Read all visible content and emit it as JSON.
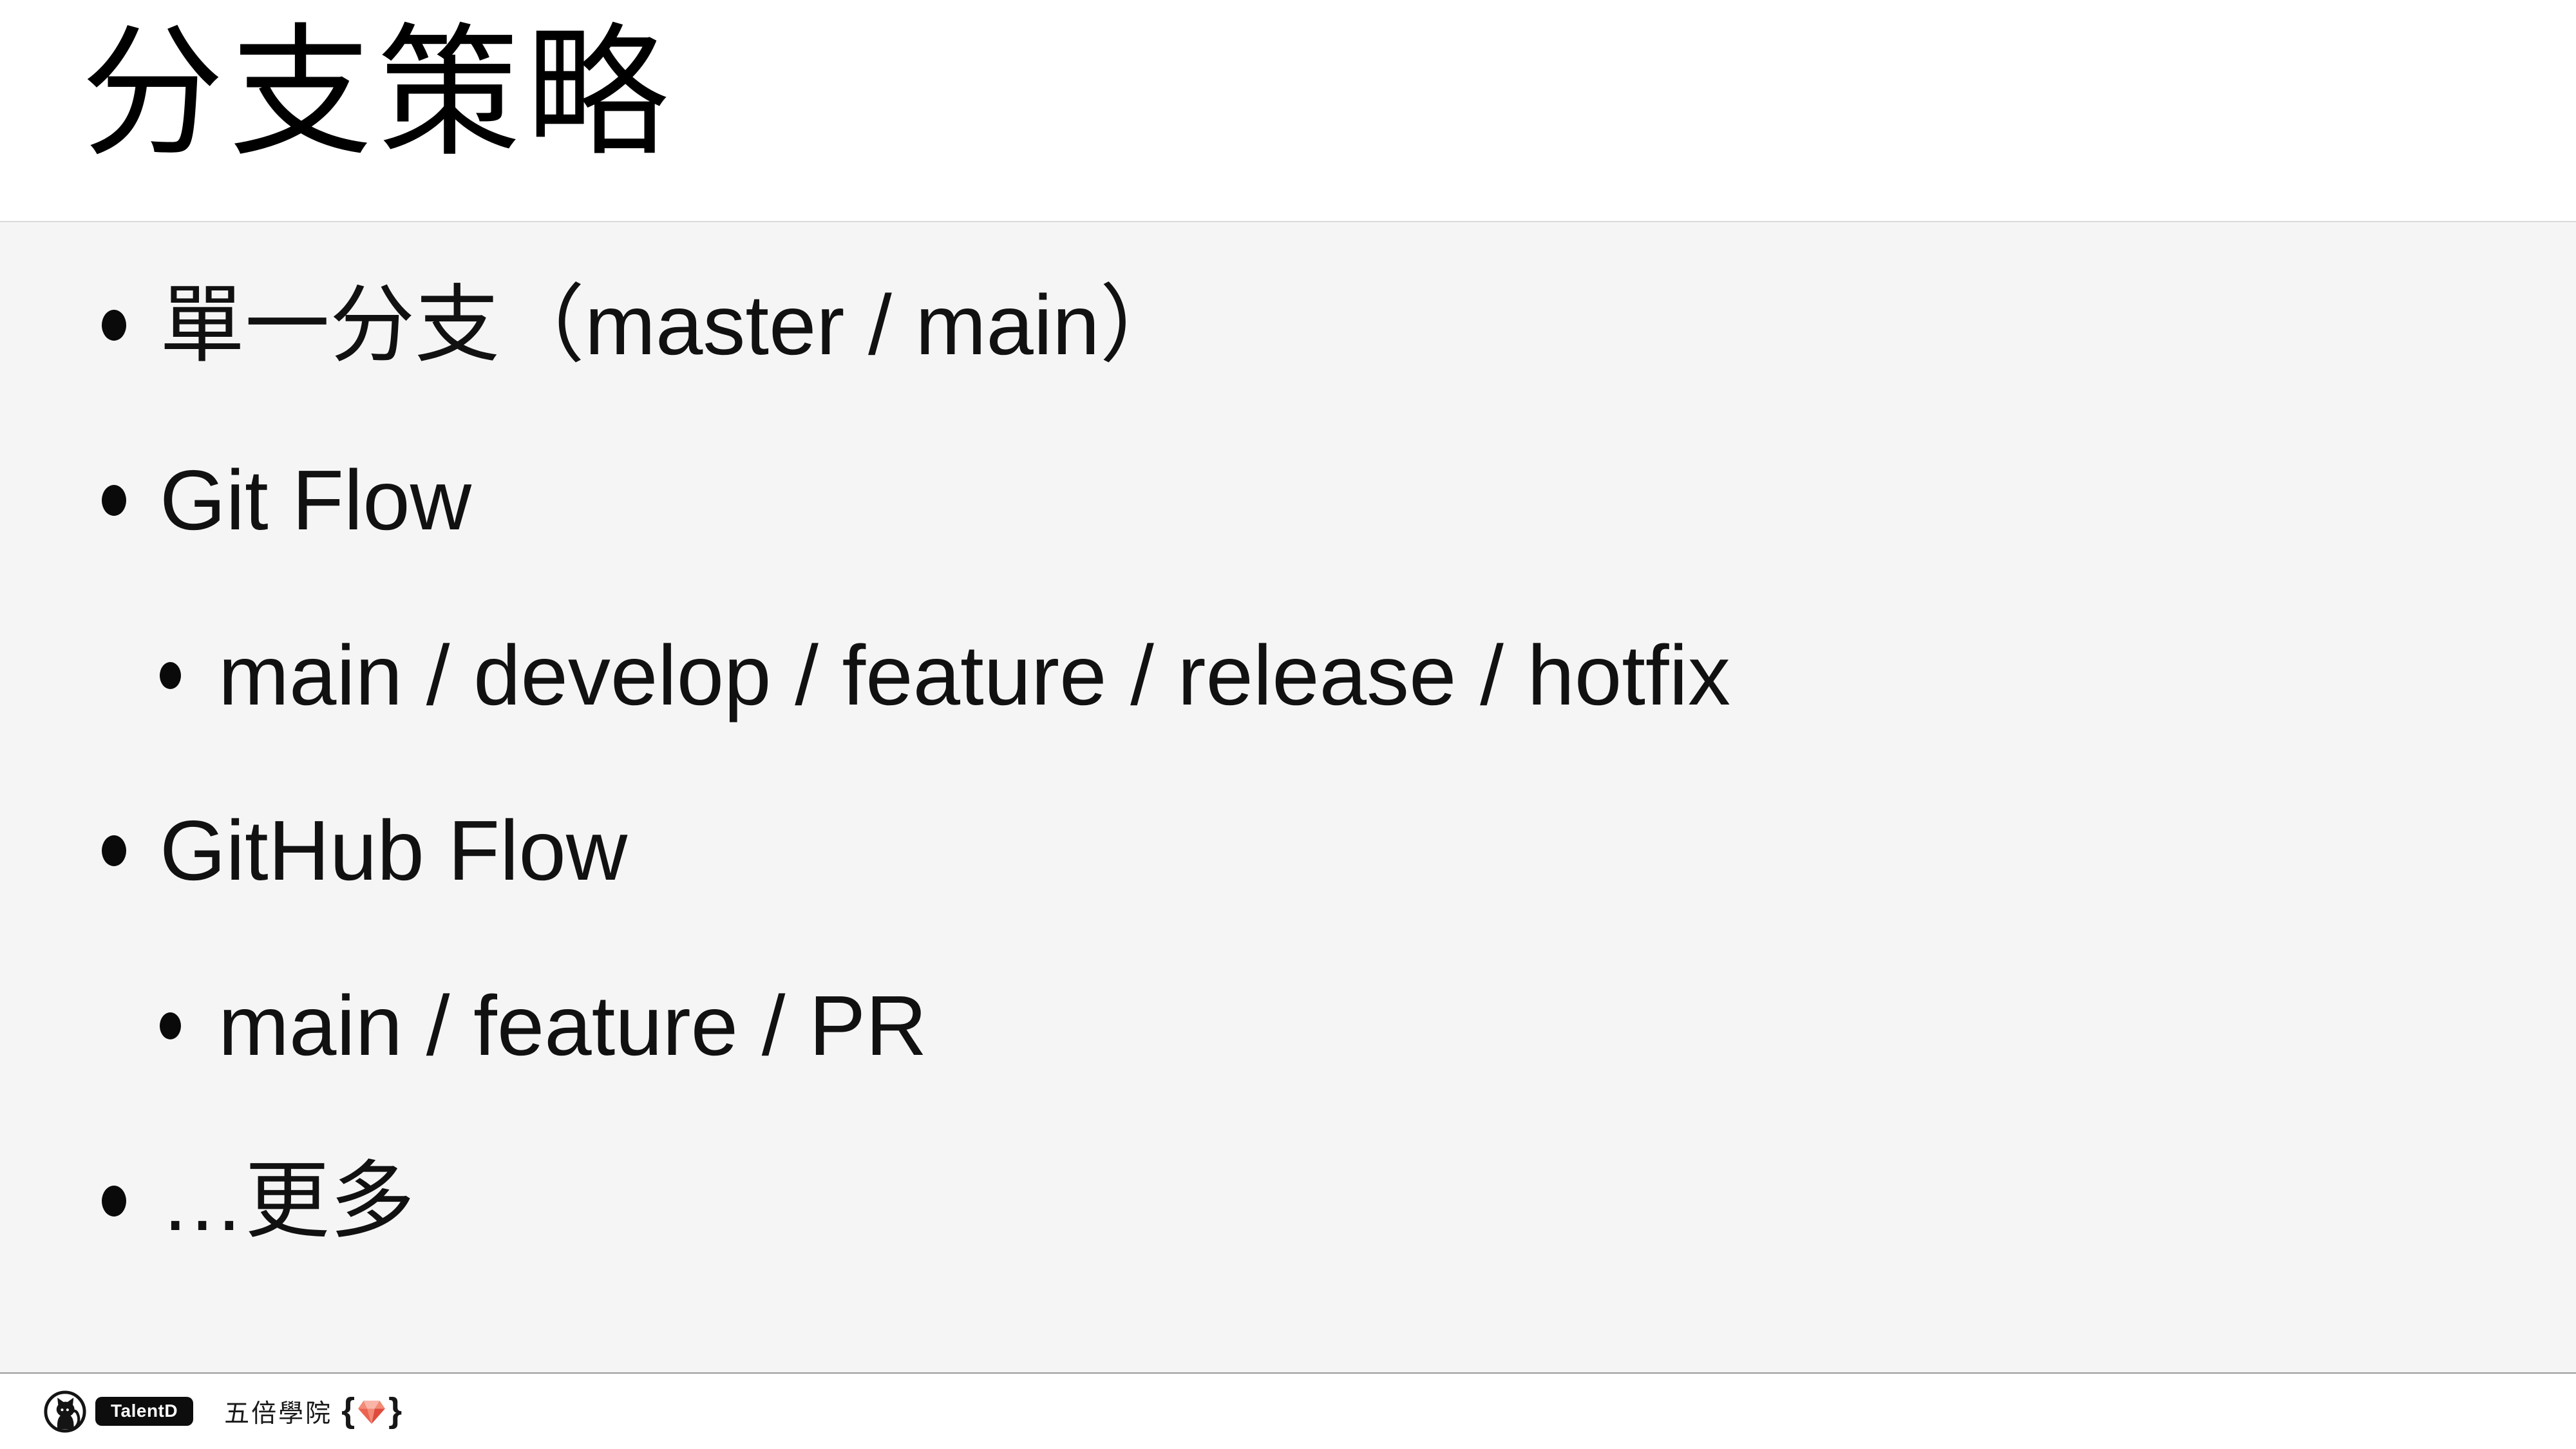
{
  "slide": {
    "title": "分支策略",
    "bullets": [
      {
        "level": 1,
        "text": "單一分支（master / main）"
      },
      {
        "level": 1,
        "text": "Git Flow"
      },
      {
        "level": 2,
        "text": "main / develop / feature / release / hotfix"
      },
      {
        "level": 1,
        "text": "GitHub Flow"
      },
      {
        "level": 2,
        "text": "main / feature / PR"
      },
      {
        "level": 1,
        "text": "…更多"
      }
    ]
  },
  "footer": {
    "logo": "cat-in-circle-logo",
    "badge_label": "TalentD",
    "brand_name": "五倍學院",
    "gem_wrap_open": "{",
    "gem_icon": "ruby-gem",
    "gem_wrap_close": "}"
  },
  "colors": {
    "page_bg": "#ffffff",
    "content_bg": "#f5f5f5",
    "content_border": "#dcdcdc",
    "footer_divider": "#999999",
    "text": "#111111",
    "badge_bg": "#0d0d0d",
    "badge_text": "#ffffff",
    "gem_light": "#f9b5a8",
    "gem_mid": "#f28a76",
    "gem_red": "#ec6352",
    "gem_dark": "#e04a3c"
  }
}
